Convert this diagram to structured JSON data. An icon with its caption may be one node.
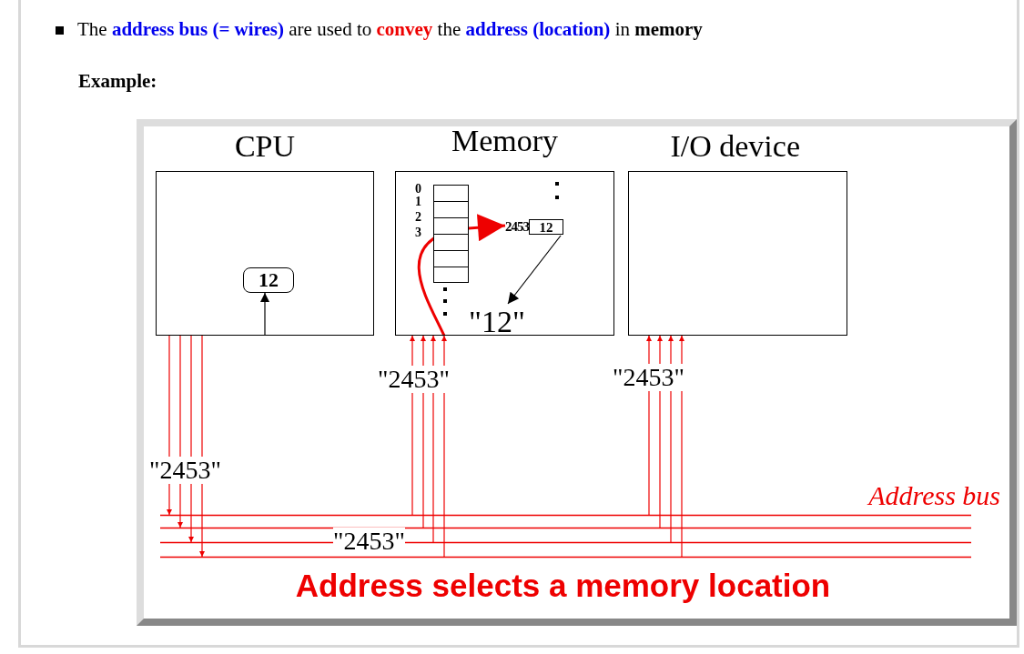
{
  "diagram": {
    "title": "The **address bus (= wires)** are used to **convey** the **address (location)** in **memory**",
    "caption": "Address selects a memory location",
    "nodes": [
      {
        "text": [
          "CPU"
        ]
      },
      {
        "text": [
          "Memory"
        ]
      },
      {
        "text": [
          "I/O device"
        ]
      },
      {
        "text": [
          "12"
        ],
        "in": 0
      },
      {
        "text": [
          "12"
        ],
        "in": 1,
        "beside": [
          "2453"
        ]
      },
      {
        "text": [],
        "shape": "box",
        "in": 1
      },
      {
        "text": [
          "\"12\""
        ],
        "in": 1
      },
      {
        "text": [
          "Address bus"
        ]
      }
    ],
    "edges": [
      {
        "from": 0,
        "to": 7,
        "arrow": "to",
        "label": "\"2453\""
      },
      {
        "from": 0,
        "to": 7,
        "arrow": "to"
      },
      {
        "from": 0,
        "to": 7,
        "arrow": "to"
      },
      {
        "from": 0,
        "to": 7,
        "arrow": "to"
      },
      {
        "from": 7,
        "to": 1,
        "arrow": "to",
        "label": "\"2453\""
      },
      {
        "from": 7,
        "to": 1,
        "arrow": "to"
      },
      {
        "from": 7,
        "to": 1,
        "arrow": "to"
      },
      {
        "from": 7,
        "to": 1,
        "arrow": "to"
      },
      {
        "from": 7,
        "to": 2,
        "arrow": "to",
        "label": "\"2453\""
      },
      {
        "from": 7,
        "to": 2,
        "arrow": "to"
      },
      {
        "from": 7,
        "to": 2,
        "arrow": "to"
      },
      {
        "from": 7,
        "to": 2,
        "arrow": "to"
      },
      {
        "from": null,
        "to": 3,
        "arrow": "to",
        "color": "#000000"
      },
      {
        "from": null,
        "to": 4,
        "arrow": "to",
        "style": "thick"
      },
      {
        "from": 4,
        "to": 6,
        "arrow": "to",
        "color": "#000000"
      }
    ],
    "labels": [
      "Example:",
      "0",
      "1",
      "2",
      "3",
      "\"2453\""
    ]
  }
}
